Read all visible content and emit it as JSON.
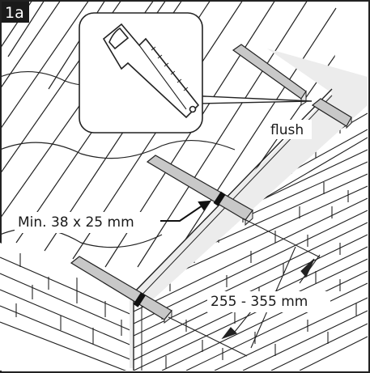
{
  "figure": {
    "step_label": "1a",
    "inset": {
      "tool": "hand-saw"
    },
    "labels": {
      "flush": "flush",
      "min_batten": "Min. 38 x 25 mm",
      "spacing": "255 - 355 mm"
    }
  }
}
